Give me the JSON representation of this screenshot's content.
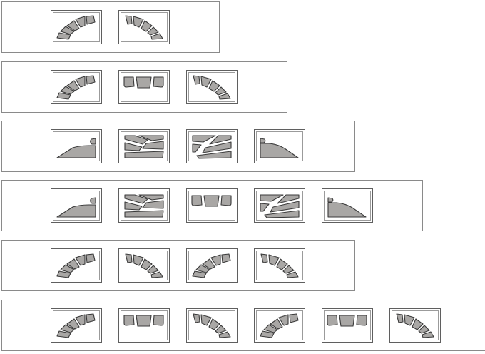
{
  "colors": {
    "shape_fill": "#a9a7a5",
    "shape_stroke": "#3a3a3a",
    "frame_outer": "#5f5f5f",
    "frame_inner": "#9b9b9b",
    "panel_border": "#8a8a8a"
  },
  "rows": [
    {
      "tiles": [
        "arch-rising",
        "arch-falling"
      ]
    },
    {
      "tiles": [
        "arch-rising",
        "flat-three-blocks",
        "arch-falling"
      ]
    },
    {
      "tiles": [
        "wedge-rising",
        "angled-slabs-left",
        "angled-slabs-right",
        "wedge-falling"
      ]
    },
    {
      "tiles": [
        "wedge-rising",
        "angled-slabs-left",
        "flat-three-blocks",
        "angled-slabs-right",
        "wedge-falling"
      ]
    },
    {
      "tiles": [
        "arch-rising",
        "arch-falling",
        "arch-rising",
        "arch-falling"
      ]
    },
    {
      "tiles": [
        "arch-rising",
        "flat-three-blocks",
        "arch-falling",
        "arch-rising",
        "flat-three-blocks",
        "arch-falling"
      ]
    }
  ]
}
